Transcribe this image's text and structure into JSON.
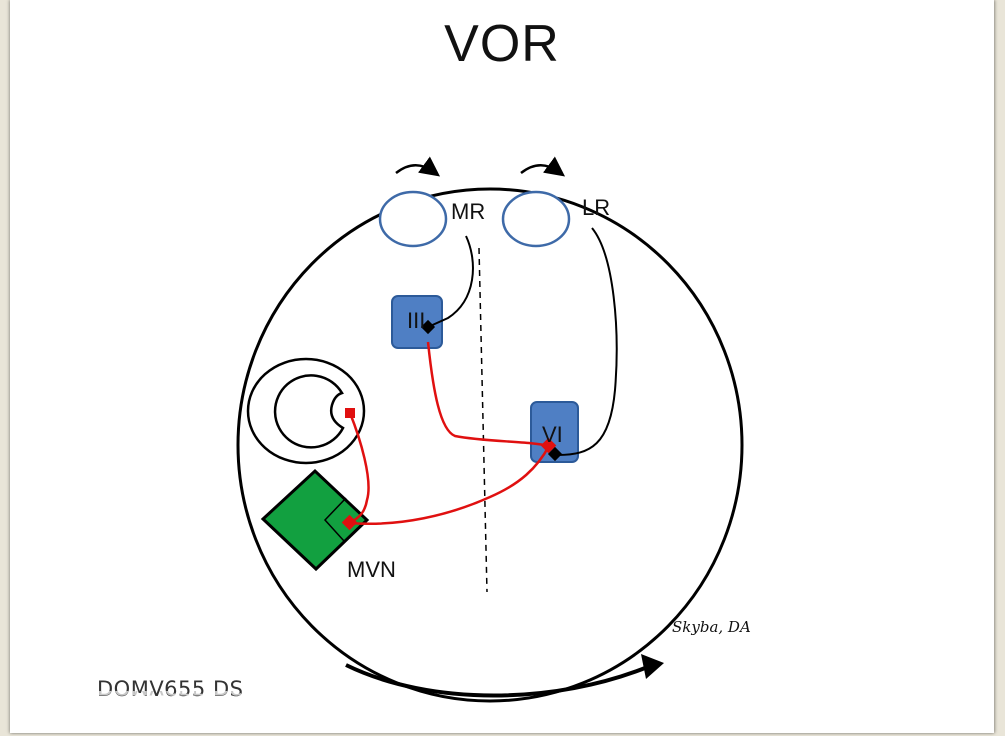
{
  "slide": {
    "title": "VOR",
    "signature": "Skyba, DA",
    "course_code": "DOMV655 DS"
  },
  "labels": {
    "medial_rectus": "MR",
    "lateral_rectus": "LR",
    "oculomotor_nucleus": "III",
    "abducens_nucleus": "VI",
    "medial_vestibular_nucleus": "MVN"
  },
  "colors": {
    "eye_outline": "#3e6aa8",
    "nucleus_fill": "#4f7fc4",
    "nucleus_border": "#2c5a99",
    "mvn_fill": "#12a040",
    "excitatory_pathway": "#e01010",
    "line": "#000000"
  }
}
